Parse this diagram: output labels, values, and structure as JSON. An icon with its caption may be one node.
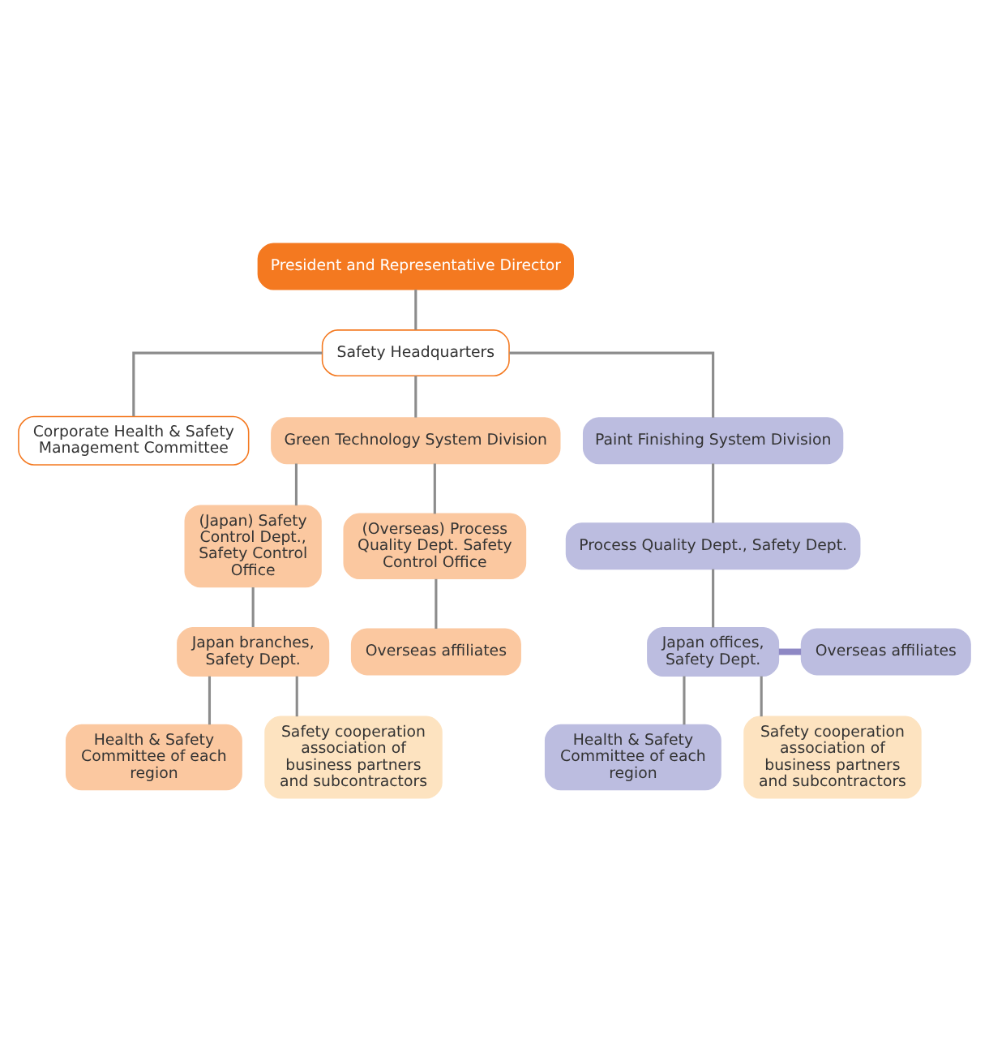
{
  "diagram": {
    "nodes": [
      {
        "text": [
          "President and Representative Director"
        ]
      },
      {
        "text": [
          "Safety Headquarters"
        ]
      },
      {
        "text": [
          "Corporate Health & Safety Management Committee"
        ]
      },
      {
        "text": [
          "Green Technology System Division"
        ]
      },
      {
        "text": [
          "Paint Finishing System Division"
        ]
      },
      {
        "text": [
          "(Japan) Safety Control Dept., Safety Control Office"
        ]
      },
      {
        "text": [
          "(Overseas) Process Quality Dept. Safety Control Office"
        ]
      },
      {
        "text": [
          "Process Quality Dept., Safety Dept."
        ]
      },
      {
        "text": [
          "Japan branches, Safety Dept."
        ]
      },
      {
        "text": [
          "Overseas affiliates"
        ]
      },
      {
        "text": [
          "Japan offices, Safety Dept."
        ]
      },
      {
        "text": [
          "Overseas affiliates"
        ]
      },
      {
        "text": [
          "Health & Safety Committee of each region"
        ]
      },
      {
        "text": [
          "Safety cooperation association of business partners and subcontractors"
        ]
      },
      {
        "text": [
          "Health & Safety Committee of each region"
        ]
      },
      {
        "text": [
          "Safety cooperation association of business partners and subcontractors"
        ]
      }
    ],
    "edges": [
      {
        "from": 0,
        "to": 1,
        "arrow": "none"
      },
      {
        "from": 1,
        "to": 2,
        "arrow": "none"
      },
      {
        "from": 1,
        "to": 3,
        "arrow": "none"
      },
      {
        "from": 1,
        "to": 4,
        "arrow": "none"
      },
      {
        "from": 3,
        "to": 5,
        "arrow": "none"
      },
      {
        "from": 3,
        "to": 6,
        "arrow": "none"
      },
      {
        "from": 4,
        "to": 7,
        "arrow": "none"
      },
      {
        "from": 5,
        "to": 8,
        "arrow": "none"
      },
      {
        "from": 6,
        "to": 9,
        "arrow": "none"
      },
      {
        "from": 7,
        "to": 10,
        "arrow": "none"
      },
      {
        "from": 10,
        "to": 11,
        "arrow": "none",
        "style": "thick",
        "color": "#8e88c4"
      },
      {
        "from": 8,
        "to": 12,
        "arrow": "none"
      },
      {
        "from": 8,
        "to": 13,
        "arrow": "none"
      },
      {
        "from": 10,
        "to": 14,
        "arrow": "none"
      },
      {
        "from": 10,
        "to": 15,
        "arrow": "none"
      }
    ]
  }
}
